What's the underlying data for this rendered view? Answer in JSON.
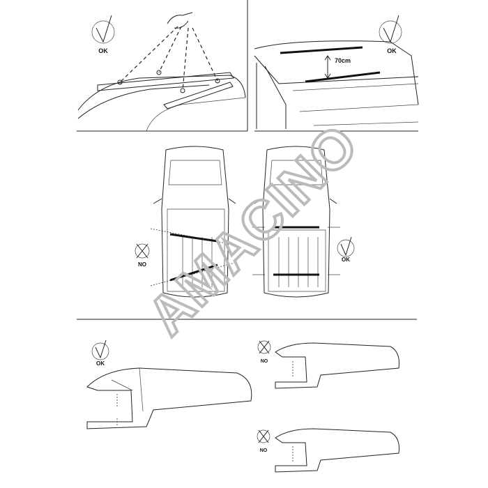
{
  "panels": {
    "top_left": {
      "mark": "OK"
    },
    "top_right": {
      "mark": "OK",
      "measurement": "70cm"
    },
    "middle": {
      "wrong_mark": "NO",
      "right_mark": "OK"
    },
    "bottom": {
      "correct_mark": "OK",
      "wrong_mark_1": "NO",
      "wrong_mark_2": "NO"
    }
  },
  "watermark": "AMACINO",
  "colors": {
    "line": "#222222",
    "watermark": "#bbbbbb"
  }
}
